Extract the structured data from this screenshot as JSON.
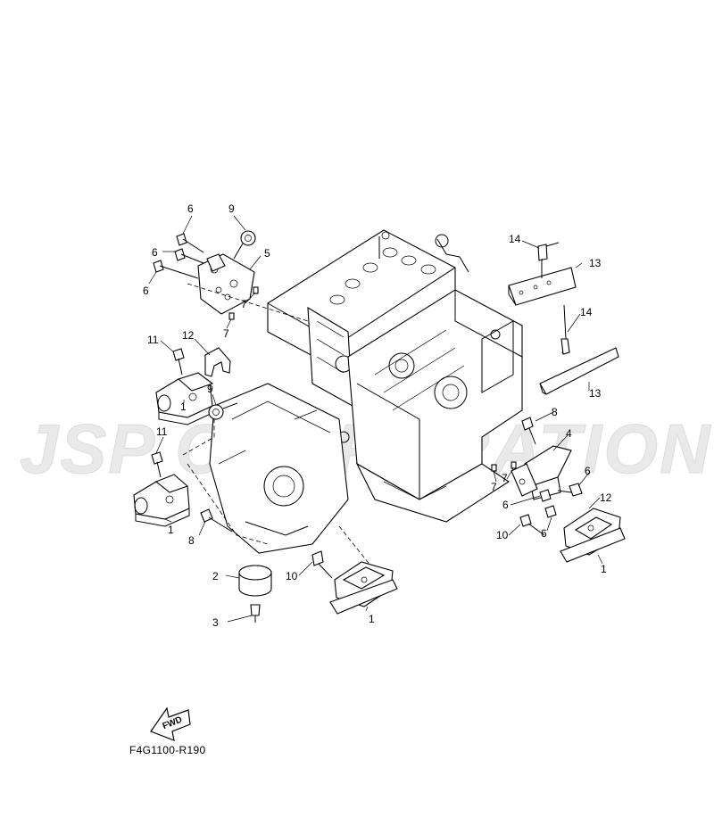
{
  "watermark": "JSP CORPORATION",
  "drawing_code": "F4G1100-R190",
  "fwd_label": "FWD",
  "callouts": {
    "c6a": "6",
    "c9a": "9",
    "c6b": "6",
    "c5": "5",
    "c6c": "6",
    "c7a": "7",
    "c7b": "7",
    "c11a": "11",
    "c12a": "12",
    "c9b": "9",
    "c1a": "1",
    "c11b": "11",
    "c1b": "1",
    "c8a": "8",
    "c2": "2",
    "c3": "3",
    "c10a": "10",
    "c1c": "1",
    "c14a": "14",
    "c13a": "13",
    "c14b": "14",
    "c13b": "13",
    "c8b": "8",
    "c4": "4",
    "c7c": "7",
    "c7d": "7",
    "c6d": "6",
    "c12b": "12",
    "c6e": "6",
    "c10b": "10",
    "c6f": "6",
    "c1d": "1"
  }
}
